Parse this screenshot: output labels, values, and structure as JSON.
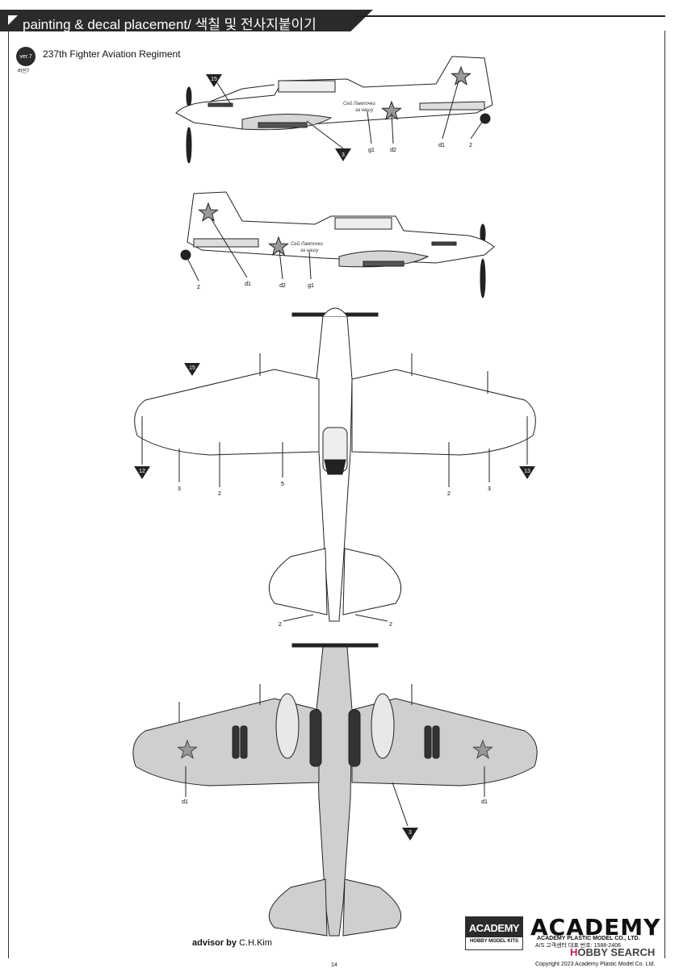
{
  "header": {
    "title": "painting & decal placement/ 색칠 및 전사지붙이기"
  },
  "version": {
    "badge": "ver.7",
    "sub": "버전7"
  },
  "regiment": "237th Fighter Aviation Regiment",
  "callouts": {
    "side_left": {
      "color_a": "15",
      "color_b": "3",
      "g1": "g1",
      "d2": "d2",
      "d1": "d1",
      "d_two": "2",
      "inscription_1": "Сей Лампочки",
      "inscription_2": "за нашу"
    },
    "side_right": {
      "d_two": "2",
      "d1": "d1",
      "d2": "d2",
      "g1": "g1",
      "inscription_1": "Сей Лампочки",
      "inscription_2": "за нашу"
    },
    "top": {
      "color_a": "15",
      "color_left": "12",
      "color_right": "13",
      "n3_left": "3",
      "n2_left": "2",
      "n5": "5",
      "n2_right": "2",
      "n3_right": "3",
      "tail2_left": "2",
      "tail2_right": "2"
    },
    "bottom": {
      "d1_left": "d1",
      "d1_right": "d1",
      "color_b": "3"
    }
  },
  "footer": {
    "advisor_label": "advisor by",
    "advisor_name": "C.H.Kim",
    "logo_top": "ACADEMY",
    "logo_bottom": "HOBBY MODEL KITS",
    "academy_big": "ACADEMY",
    "company": "ACADEMY PLASTIC MODEL CO., LTD.",
    "phone": "A/S 고객센터 대표 번호: 1588-2406",
    "hobby_part1": "H",
    "hobby_part2": "OBBY SEARCH",
    "page": "14",
    "copyright": "Copyright 2023 Academy Plastic Model Co. Ltd."
  },
  "colors": {
    "dark": "#2b2b2b",
    "underside_gray": "#cfcfcf",
    "star_gray": "#9a9a9a"
  }
}
